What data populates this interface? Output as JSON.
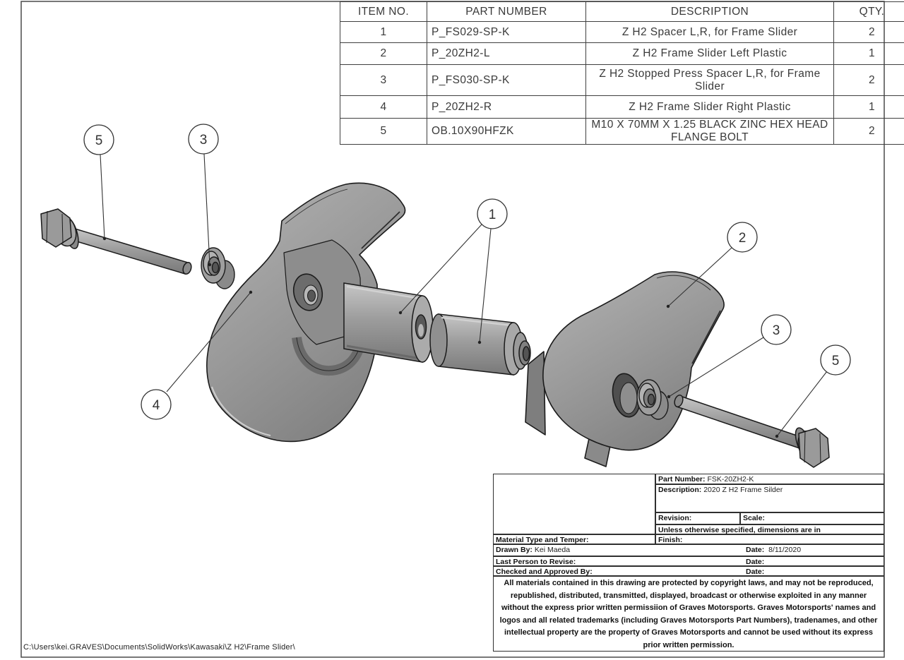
{
  "sheet": {
    "file_path": "C:\\Users\\kei.GRAVES\\Documents\\SolidWorks\\Kawasaki\\Z H2\\Frame Slider\\"
  },
  "bom": {
    "headers": {
      "item": "ITEM NO.",
      "part_number": "PART NUMBER",
      "description": "DESCRIPTION",
      "qty": "QTY."
    },
    "rows": [
      {
        "item": "1",
        "part_number": "P_FS029-SP-K",
        "description": "Z H2 Spacer L,R, for Frame Slider",
        "qty": "2"
      },
      {
        "item": "2",
        "part_number": "P_20ZH2-L",
        "description": "Z H2 Frame Slider Left Plastic",
        "qty": "1"
      },
      {
        "item": "3",
        "part_number": "P_FS030-SP-K",
        "description": "Z H2 Stopped Press Spacer L,R, for Frame Slider",
        "qty": "2"
      },
      {
        "item": "4",
        "part_number": "P_20ZH2-R",
        "description": "Z H2 Frame Slider Right Plastic",
        "qty": "1"
      },
      {
        "item": "5",
        "part_number": "OB.10X90HFZK",
        "description": "M10 X 70MM X 1.25 BLACK ZINC HEX HEAD FLANGE BOLT",
        "qty": "2"
      }
    ]
  },
  "balloons": [
    {
      "label": "5"
    },
    {
      "label": "3"
    },
    {
      "label": "1"
    },
    {
      "label": "2"
    },
    {
      "label": "3"
    },
    {
      "label": "5"
    },
    {
      "label": "4"
    }
  ],
  "title_block": {
    "part_number_label": "Part Number:",
    "part_number": "FSK-20ZH2-K",
    "description_label": "Description:",
    "description": "2020 Z H2 Frame Silder",
    "revision_label": "Revision:",
    "scale_label": "Scale:",
    "unless_note": "Unless otherwise specified, dimensions are in",
    "material_label": "Material Type and Temper:",
    "finish_label": "Finish:",
    "drawn_by_label": "Drawn By:",
    "drawn_by": "Kei Maeda",
    "date_label": "Date:",
    "drawn_date": "8/11/2020",
    "last_revise_label": "Last Person to Revise:",
    "checked_label": "Checked and Approved By:"
  },
  "copyright_lines": [
    "All materials contained in this drawing are protected by copyright laws, and may not be reproduced,",
    "republished, distributed, transmitted, displayed, broadcast or otherwise exploited in any manner",
    "without the express prior written permissiion of Graves Motorsports. Graves Motorsports' names and",
    "logos and all related trademarks (including Graves Motorsports Part Numbers), tradenames, and other",
    "intellectual property are the property of Graves Motorsports and cannot be used without its express",
    "prior written permission."
  ],
  "colors": {
    "line": "#1b1b1b",
    "border": "#4a4a4a",
    "part-mid": "#9c9c9c",
    "part-dark": "#6f6f6f",
    "part-light": "#b5b5b5",
    "balloon-stroke": "#333333"
  }
}
